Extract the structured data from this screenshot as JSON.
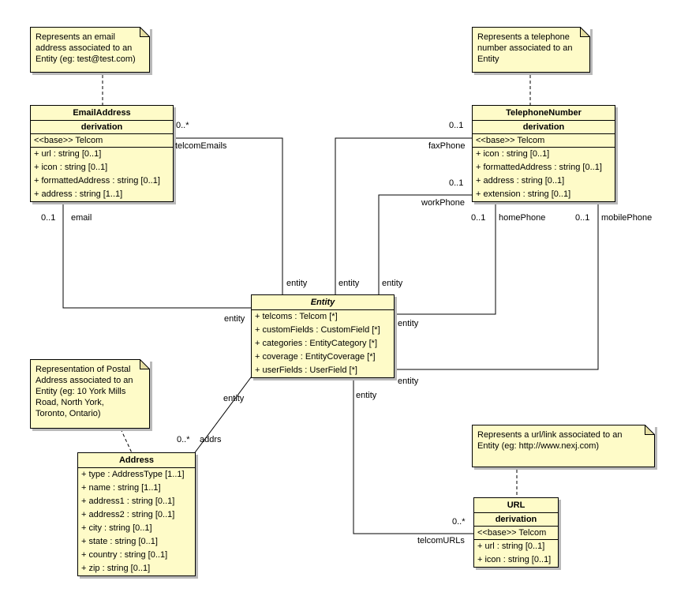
{
  "notes": {
    "email": "Represents an email\naddress associated to an\nEntity (eg: test@test.com)",
    "phone": "Represents a telephone\nnumber associated to an\nEntity",
    "postal": "Representation of Postal\nAddress associated to an\nEntity (eg: 10 York Mills\nRoad, North York,\nToronto, Ontario)",
    "url": "Represents a url/link associated to an\nEntity (eg: http://www.nexj.com)"
  },
  "classes": {
    "email_address": {
      "title": "EmailAddress",
      "derivation": "derivation",
      "base": "<<base>> Telcom",
      "attributes": [
        "+ url : string [0..1]",
        "+ icon : string [0..1]",
        "+ formattedAddress : string [0..1]",
        "+ address : string [1..1]"
      ]
    },
    "telephone_number": {
      "title": "TelephoneNumber",
      "derivation": "derivation",
      "base": "<<base>> Telcom",
      "attributes": [
        "+ icon : string [0..1]",
        "+ formattedAddress : string [0..1]",
        "+ address : string [0..1]",
        "+ extension : string [0..1]"
      ]
    },
    "entity": {
      "title": "Entity",
      "attributes": [
        "+ telcoms : Telcom [*]",
        "+ customFields : CustomField [*]",
        "+ categories : EntityCategory [*]",
        "+ coverage : EntityCoverage [*]",
        "+ userFields : UserField [*]"
      ]
    },
    "address": {
      "title": "Address",
      "attributes": [
        "+ type : AddressType [1..1]",
        "+ name : string [1..1]",
        "+ address1 : string [0..1]",
        "+ address2 : string [0..1]",
        "+ city : string [0..1]",
        "+ state : string [0..1]",
        "+ country : string [0..1]",
        "+ zip : string [0..1]"
      ]
    },
    "url": {
      "title": "URL",
      "derivation": "derivation",
      "base": "<<base>> Telcom",
      "attributes": [
        "+ url : string [0..1]",
        "+ icon : string [0..1]"
      ]
    }
  },
  "edges": {
    "telcomEmails": {
      "mult": "0..*",
      "name": "telcomEmails",
      "target_role": "entity"
    },
    "email": {
      "mult": "0..1",
      "name": "email",
      "target_role": "entity"
    },
    "faxPhone": {
      "mult": "0..1",
      "name": "faxPhone",
      "target_role": "entity"
    },
    "workPhone": {
      "mult": "0..1",
      "name": "workPhone",
      "target_role": "entity"
    },
    "homePhone": {
      "mult": "0..1",
      "name": "homePhone",
      "target_role": "entity"
    },
    "mobilePhone": {
      "mult": "0..1",
      "name": "mobilePhone",
      "target_role": "entity"
    },
    "addrs": {
      "mult": "0..*",
      "name": "addrs",
      "target_role": "entity"
    },
    "telcomURLs": {
      "mult": "0..*",
      "name": "telcomURLs",
      "target_role": "entity"
    }
  },
  "colors": {
    "shape_fill": "#FEFBC8",
    "shape_border": "#000000",
    "shadow": "#B9B9B9",
    "line": "#000000",
    "canvas": "#FFFFFF"
  }
}
